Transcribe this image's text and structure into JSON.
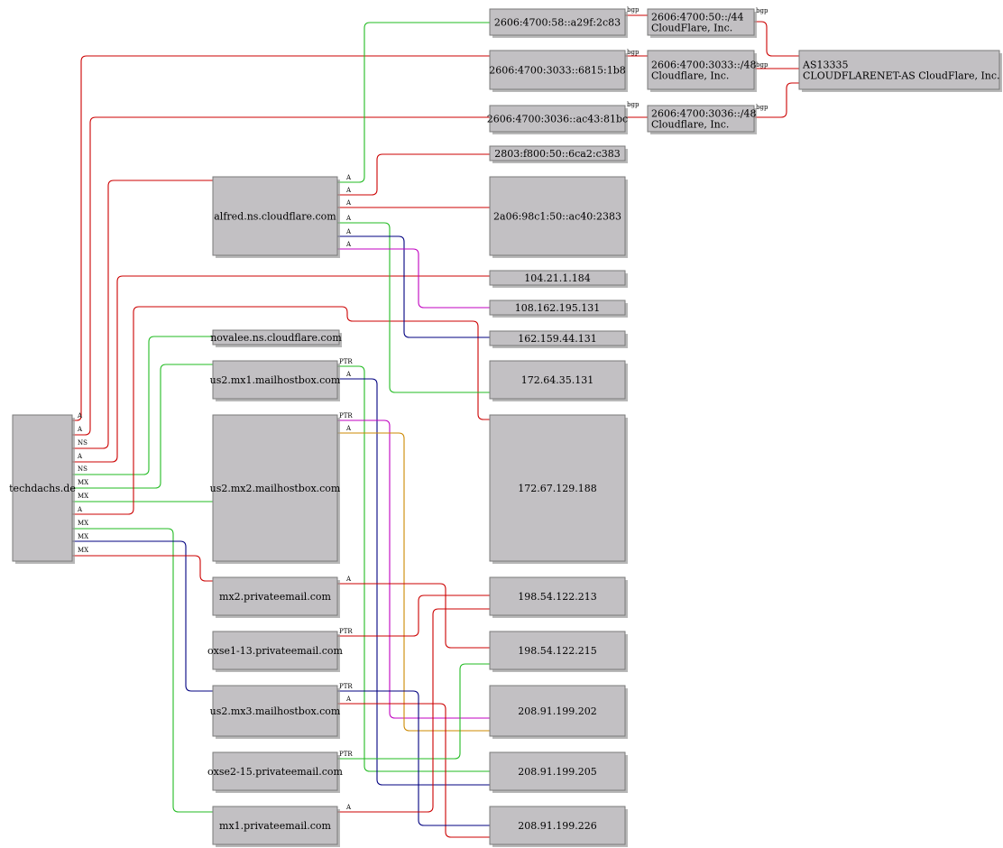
{
  "colors": {
    "red": "#cc0000",
    "green": "#22bb22",
    "blue": "#000080",
    "magenta": "#c000c0",
    "orange": "#cc8800",
    "node_fill": "#c2c0c3"
  },
  "nodes": {
    "techdachs": [
      "techdachs.de"
    ],
    "alfred": [
      "alfred.ns.cloudflare.com"
    ],
    "novalee": [
      "novalee.ns.cloudflare.com"
    ],
    "usmx1": [
      "us2.mx1.mailhostbox.com"
    ],
    "usmx2": [
      "us2.mx2.mailhostbox.com"
    ],
    "mx2pe": [
      "mx2.privateemail.com"
    ],
    "oxse13": [
      "oxse1-13.privateemail.com"
    ],
    "usmx3": [
      "us2.mx3.mailhostbox.com"
    ],
    "oxse15": [
      "oxse2-15.privateemail.com"
    ],
    "mx1pe": [
      "mx1.privateemail.com"
    ],
    "v6a": [
      "2606:4700:58::a29f:2c83"
    ],
    "v6b": [
      "2606:4700:3033::6815:1b8"
    ],
    "v6c": [
      "2606:4700:3036::ac43:81bc"
    ],
    "v6d": [
      "2803:f800:50::6ca2:c383"
    ],
    "v6e": [
      "2a06:98c1:50::ac40:2383"
    ],
    "ip104": [
      "104.21.1.184"
    ],
    "ip108": [
      "108.162.195.131"
    ],
    "ip162": [
      "162.159.44.131"
    ],
    "ip17264": [
      "172.64.35.131"
    ],
    "ip17267": [
      "172.67.129.188"
    ],
    "ip213": [
      "198.54.122.213"
    ],
    "ip215": [
      "198.54.122.215"
    ],
    "ip202": [
      "208.91.199.202"
    ],
    "ip205": [
      "208.91.199.205"
    ],
    "ip226": [
      "208.91.199.226"
    ],
    "pfx44": [
      "2606:4700:50::/44",
      "CloudFlare, Inc."
    ],
    "pfx3033": [
      "2606:4700:3033::/48",
      "Cloudflare, Inc."
    ],
    "pfx3036": [
      "2606:4700:3036::/48",
      "Cloudflare, Inc."
    ],
    "as13335": [
      "AS13335",
      "CLOUDFLARENET-AS CloudFlare, Inc."
    ]
  },
  "edge_labels": {
    "a": "A",
    "ns": "NS",
    "mx": "MX",
    "ptr": "PTR",
    "bgp": "bgp"
  }
}
